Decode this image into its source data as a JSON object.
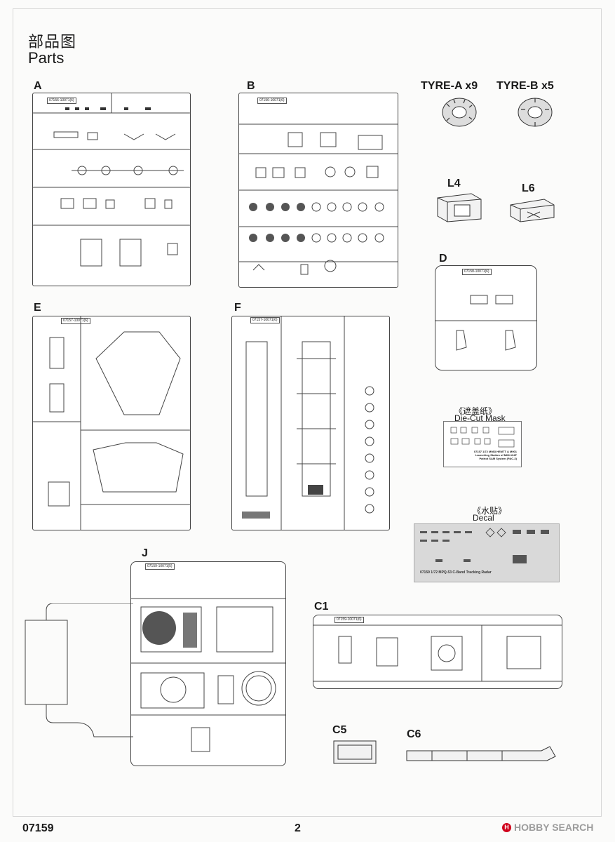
{
  "page": {
    "title_cn": "部品图",
    "title_en": "Parts",
    "footer_code": "07159",
    "page_number": "2",
    "watermark": "HOBBY SEARCH"
  },
  "sprues": {
    "A": {
      "letter": "A",
      "code": "07156-10071(6)"
    },
    "B": {
      "letter": "B",
      "code": "07156-10071(6)"
    },
    "D": {
      "letter": "D",
      "code": "07158-10071(6)"
    },
    "E": {
      "letter": "E",
      "code": "07157-10071(6)"
    },
    "F": {
      "letter": "F",
      "code": "07157-10071(6)"
    },
    "J": {
      "letter": "J",
      "code": "07159-10071(5)"
    },
    "C1": {
      "letter": "C1",
      "code": "07159-10071(6)"
    },
    "C5": {
      "letter": "C5"
    },
    "C6": {
      "letter": "C6"
    }
  },
  "parts": {
    "tyre_a": "TYRE-A x9",
    "tyre_b": "TYRE-B x5",
    "l4": "L4",
    "l6": "L6"
  },
  "mask": {
    "title_cn": "《遮盖纸》",
    "title_en": "Die-Cut Mask",
    "text": "07157 1/72 M983 HEMTT & M901 Launching Station of MIM-104F Patriot SAM System (PAC-3)"
  },
  "decal": {
    "title_cn": "《水贴》",
    "title_en": "Decal",
    "caption": "07159 1/72 MPQ-53 C-Band Tracking Radar"
  },
  "colors": {
    "ink": "#1a1a1a",
    "watermark": "#9c9c9c",
    "watermark_logo": "#d0021b",
    "decal_bg": "#d9d9d9"
  }
}
